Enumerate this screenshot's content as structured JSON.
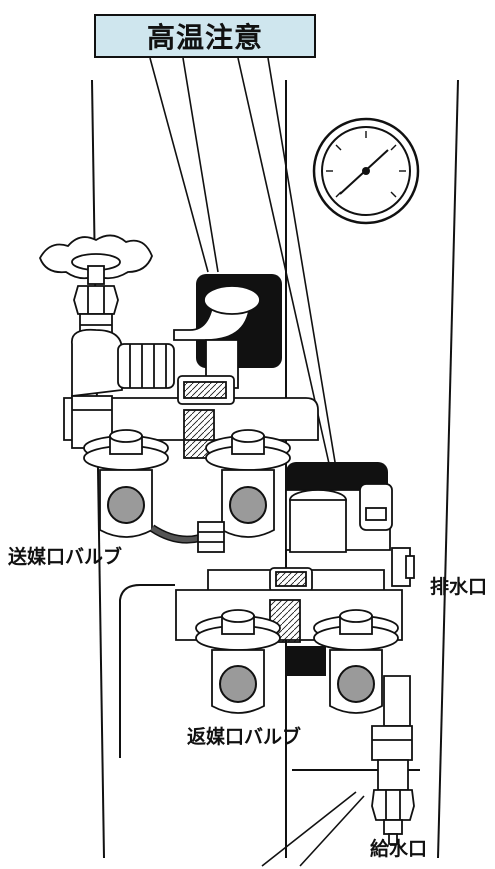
{
  "header": {
    "warning_label": "高温注意"
  },
  "labels": {
    "supply_valve": "送媒口バルブ",
    "drain_port": "排水口",
    "return_valve": "返媒口バルブ",
    "water_inlet": "給水口"
  },
  "colors": {
    "banner_fill": "#cfe6ee",
    "line": "#111111",
    "port_fill": "#9a9a9a",
    "hose_fill": "#555555",
    "background": "#ffffff"
  },
  "icons": {
    "gauge": "pressure-gauge-icon",
    "handwheel": "valve-handwheel-icon"
  }
}
